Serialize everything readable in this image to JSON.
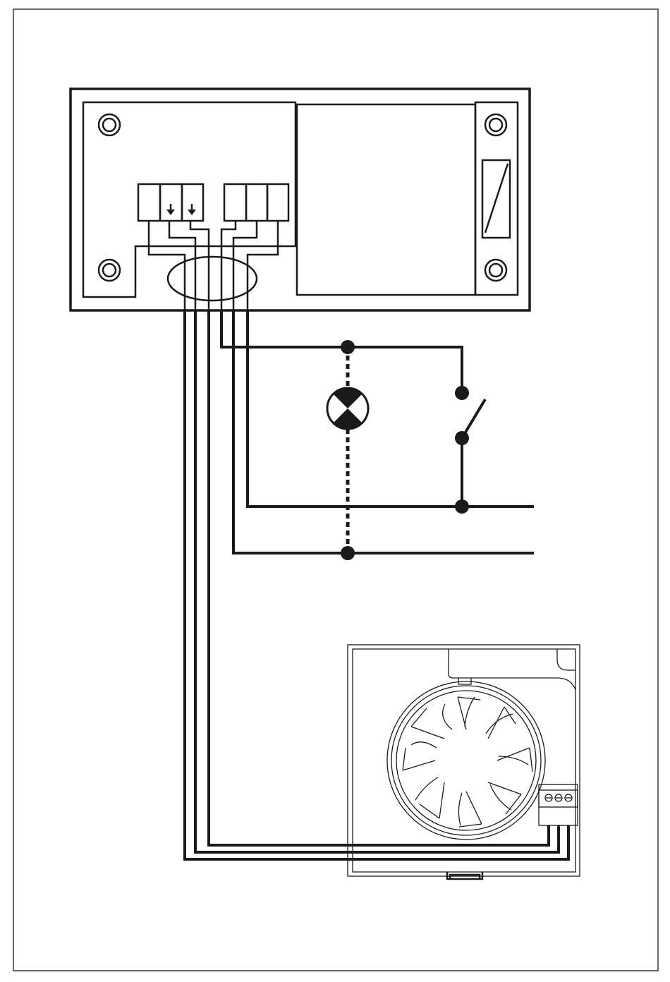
{
  "diagram": {
    "type": "wiring-diagram",
    "components": [
      "controller-unit",
      "terminal-block-6-way",
      "relay",
      "cable-gland",
      "lamp",
      "switch",
      "supply-line",
      "supply-neutral",
      "extractor-fan",
      "fan-terminal-block-3-way"
    ],
    "terminal_marks": [
      "earth-arrow",
      "earth-arrow"
    ],
    "icons": [
      "mounting-screw-icon",
      "lamp-icon",
      "switch-icon",
      "fan-impeller-icon",
      "earth-arrow-icon"
    ],
    "colors": {
      "line": "#1a1a1a",
      "background": "#ffffff"
    }
  }
}
